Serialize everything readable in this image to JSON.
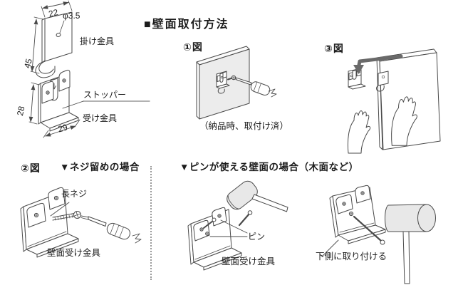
{
  "header": {
    "title": "■壁面取付方法"
  },
  "colors": {
    "line": "#4a4a4a",
    "wall_fill": "#ececec",
    "mallet_fill": "#e8e8e8",
    "arrow": "#6a6a6a",
    "stopper_underline": "#999999",
    "divider_dots": "#9a9a9a"
  },
  "parts": {
    "dim_top_width": "22",
    "hole_dia": "φ3.5",
    "hook_label": "掛け金具",
    "dim_height": "45",
    "stopper_label": "ストッパー",
    "receiver_label": "受け金具",
    "dim_recv_height": "28",
    "dim_recv_width": "29"
  },
  "fig1": {
    "label": "①図",
    "caption": "（納品時、取付け済）"
  },
  "fig2": {
    "label": "②図",
    "heading": "▼ネジ留めの場合",
    "screw_label": "長ネジ",
    "bracket_label": "壁面受け金具"
  },
  "fig3": {
    "label": "③図"
  },
  "pin_section": {
    "heading": "▼ピンが使える壁面の場合（木面など）",
    "pin_label": "ピン",
    "bracket_label": "壁面受け金具",
    "bottom_note": "下側に取り付ける"
  }
}
